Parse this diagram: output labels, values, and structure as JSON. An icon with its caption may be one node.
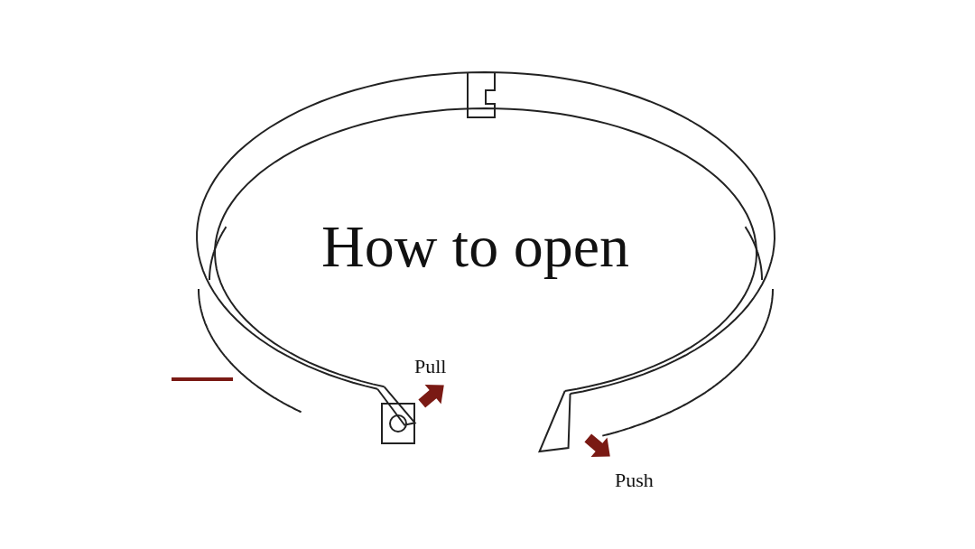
{
  "diagram": {
    "title": "How to open",
    "labels": [
      "Pull",
      "Push"
    ]
  }
}
